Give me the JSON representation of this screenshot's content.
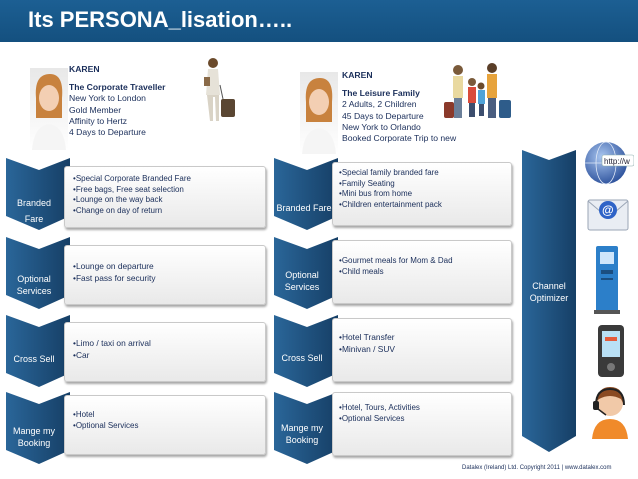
{
  "title": "Its PERSONA_lisation…..",
  "personas": [
    {
      "name": "KAREN",
      "role": "The Corporate Traveller",
      "details": [
        "New York to London",
        "Gold  Member",
        "Affinity to Hertz",
        "4 Days to Departure"
      ]
    },
    {
      "name": "KAREN",
      "role": "The Leisure Family",
      "details": [
        "2 Adults, 2 Children",
        "45 Days to Departure",
        "New York to Orlando",
        "Booked Corporate Trip to new"
      ]
    }
  ],
  "left_rows": [
    {
      "label": [
        "Branded",
        "Fare"
      ],
      "items": [
        "Special Corporate Branded Fare",
        "Free bags, Free seat selection",
        "Lounge on the way back",
        "Change on day of return"
      ]
    },
    {
      "label": [
        "Optional",
        "Services"
      ],
      "items": [
        "Lounge on departure",
        "Fast pass for security"
      ]
    },
    {
      "label": [
        "Cross Sell"
      ],
      "items": [
        "Limo / taxi on arrival",
        "Car"
      ]
    },
    {
      "label": [
        "Mange my",
        "Booking"
      ],
      "items": [
        "Hotel",
        "Optional Services"
      ]
    }
  ],
  "right_rows": [
    {
      "label": [
        "Branded Fare"
      ],
      "items": [
        "Special family branded fare",
        "Family Seating",
        "Mini bus from home",
        "Children entertainment pack"
      ]
    },
    {
      "label": [
        "Optional",
        "Services"
      ],
      "items": [
        "Gourmet meals for Mom & Dad",
        "Child meals"
      ]
    },
    {
      "label": [
        "Cross Sell"
      ],
      "items": [
        "Hotel Transfer",
        "Minivan / SUV"
      ]
    },
    {
      "label": [
        "Mange my",
        "Booking"
      ],
      "items": [
        "Hotel, Tours, Activities",
        "Optional Services"
      ]
    }
  ],
  "channel": {
    "label": [
      "Channel",
      "Optimizer"
    ]
  },
  "channel_icons": [
    "globe-http-icon",
    "email-envelope-icon",
    "kiosk-icon",
    "mobile-phone-icon",
    "call-center-agent-icon"
  ],
  "colors": {
    "title_bar": "#1c5f93",
    "chevron": "#1c4f7c",
    "text_dark": "#1a2e5a"
  },
  "footer": "Datalex (Ireland) Ltd. Copyright 2011 | www.datalex.com"
}
